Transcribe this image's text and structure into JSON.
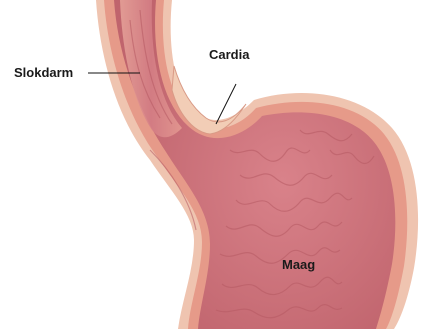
{
  "labels": {
    "slokdarm": "Slokdarm",
    "cardia": "Cardia",
    "maag": "Maag"
  },
  "colors": {
    "background": "#ffffff",
    "tissue_outer": "#f0c9b6",
    "tissue_wall": "#e9a08f",
    "lumen": "#d9828a",
    "lumen_deep": "#c86a72",
    "fold_line": "#b65a63",
    "leader_line": "#111111"
  }
}
